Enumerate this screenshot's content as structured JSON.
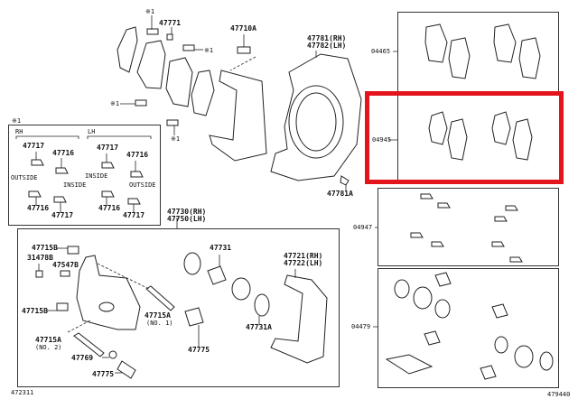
{
  "diagram": {
    "main_labels": {
      "ref1_a": "※1",
      "p47771": "47771",
      "p47710A": "47710A",
      "p47781": "47781(RH)",
      "p47782": "47782(LH)",
      "ref1_b": "※1",
      "ref1_c": "※1",
      "ref1_d": "※1",
      "p47781A": "47781A",
      "p47730": "47730(RH)",
      "p47750": "47750(LH)"
    },
    "clip_box": {
      "title": "※1",
      "rh": "RH",
      "lh": "LH",
      "items": [
        {
          "num": "47717"
        },
        {
          "num": "47716"
        },
        {
          "num": "47717"
        },
        {
          "num": "47716"
        },
        {
          "num": "47716"
        },
        {
          "num": "47717"
        },
        {
          "num": "47716"
        },
        {
          "num": "47717"
        }
      ],
      "sides": [
        "OUTSIDE",
        "INSIDE",
        "INSIDE",
        "OUTSIDE"
      ]
    },
    "caliper_box": {
      "p47715B_a": "47715B",
      "p31478B": "31478B",
      "p47547B": "47547B",
      "p47715B_b": "47715B",
      "p47715A_a": "47715A",
      "no1": "(NO. 1)",
      "p47715A_b": "47715A",
      "no2": "(NO. 2)",
      "p47769": "47769",
      "p47775_a": "47775",
      "p47731": "47731",
      "p47721": "47721(RH)",
      "p47722": "47722(LH)",
      "p47775_b": "47775",
      "p47731A": "47731A"
    },
    "kits": [
      {
        "num": "04465",
        "highlighted": false
      },
      {
        "num": "04945",
        "highlighted": true
      },
      {
        "num": "04947",
        "highlighted": false
      },
      {
        "num": "04479",
        "highlighted": false
      }
    ],
    "figure_ids": {
      "left": "472311",
      "right": "479440"
    },
    "highlight_color": "#e3141b"
  }
}
